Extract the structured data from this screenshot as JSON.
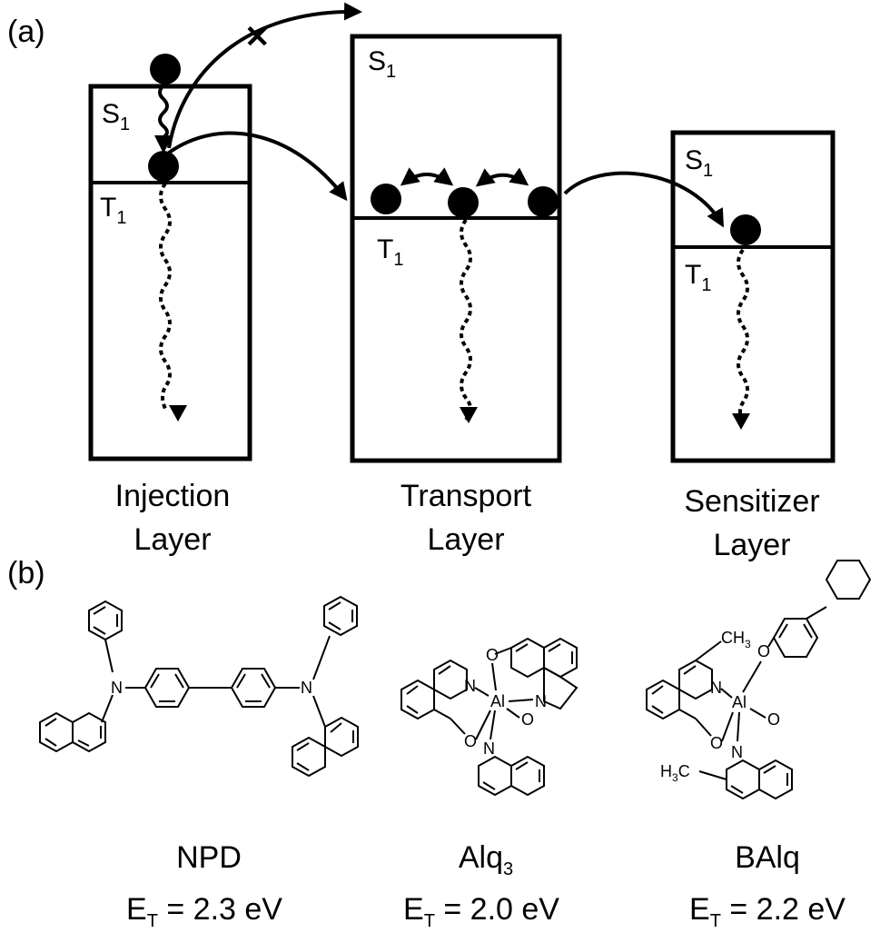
{
  "panel_a": {
    "label": "(a)",
    "layers": [
      {
        "name_line1": "Injection",
        "name_line2": "Layer",
        "upper_state": "S",
        "upper_sub": "1",
        "lower_state": "T",
        "lower_sub": "1"
      },
      {
        "name_line1": "Transport",
        "name_line2": "Layer",
        "upper_state": "S",
        "upper_sub": "1",
        "lower_state": "T",
        "lower_sub": "1"
      },
      {
        "name_line1": "Sensitizer",
        "name_line2": "Layer",
        "upper_state": "S",
        "upper_sub": "1",
        "lower_state": "T",
        "lower_sub": "1"
      }
    ],
    "blocked_transfer_mark": "✕"
  },
  "panel_b": {
    "label": "(b)",
    "molecules": [
      {
        "name": "NPD",
        "energy_prefix": "E",
        "energy_sub": "T",
        "energy_value": " = 2.3 eV"
      },
      {
        "name_main": "Alq",
        "name_sub": "3",
        "energy_prefix": "E",
        "energy_sub": "T",
        "energy_value": " = 2.0 eV"
      },
      {
        "name": "BAlq",
        "energy_prefix": "E",
        "energy_sub": "T",
        "energy_value": " = 2.2 eV"
      }
    ],
    "atom_labels": {
      "nitrogen": "N",
      "oxygen": "O",
      "aluminum": "Al",
      "methyl_upper": "CH",
      "methyl_upper_sub": "3",
      "methyl_lower_left": "H",
      "methyl_lower_sub": "3",
      "methyl_lower_right": "C"
    }
  }
}
